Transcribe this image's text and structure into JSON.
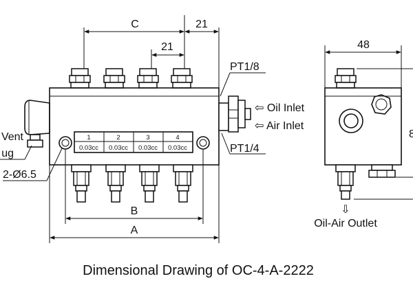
{
  "caption": "Dimensional Drawing of OC-4-A-2222",
  "front_view": {
    "dim_c": "C",
    "dim_21_top": "21",
    "dim_21_inner": "21",
    "dim_b": "B",
    "dim_a": "A",
    "pt_top": "PT1/8",
    "pt_bottom": "PT1/4",
    "oil_inlet": "⇦ Oil Inlet",
    "air_inlet": "⇦ Air Inlet",
    "vent_plug_line1": "Vent",
    "vent_plug_line2": "ug",
    "holes": "2-Ø6.5",
    "outlet_table": {
      "numbers": [
        "1",
        "2",
        "3",
        "4"
      ],
      "values": [
        "0.03cc",
        "0.03cc",
        "0.03cc",
        "0.03cc"
      ]
    }
  },
  "side_view": {
    "dim_48": "48",
    "dim_right_partial": "8",
    "outlet_label": "Oil-Air Outlet",
    "outlet_arrow": "⇩"
  }
}
